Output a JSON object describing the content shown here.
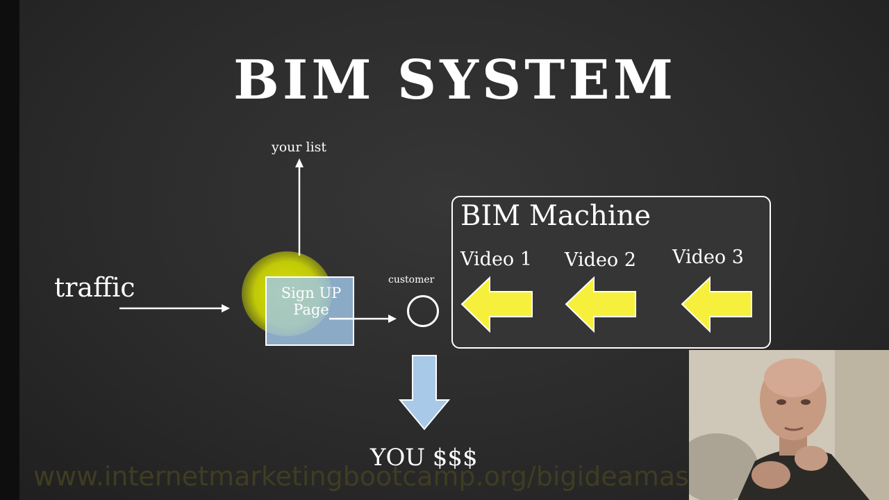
{
  "slide": {
    "title": "BIM SYSTEM",
    "your_list_label": "your list",
    "traffic_label": "traffic",
    "signup_box_text": "Sign UP Page",
    "customer_label": "customer",
    "you_label": "YOU $$$"
  },
  "machine": {
    "title": "BIM Machine",
    "videos": [
      "Video 1",
      "Video 2",
      "Video 3"
    ]
  },
  "watermark": "www.internetmarketingbootcamp.org/bigideamastermind",
  "colors": {
    "background": "#2a2a2a",
    "highlight_yellow": "#e6ef00",
    "signup_box_fill": "#a0c6e8",
    "video_arrow_yellow": "#f6f03d",
    "down_arrow_blue": "#a8c9e8"
  }
}
